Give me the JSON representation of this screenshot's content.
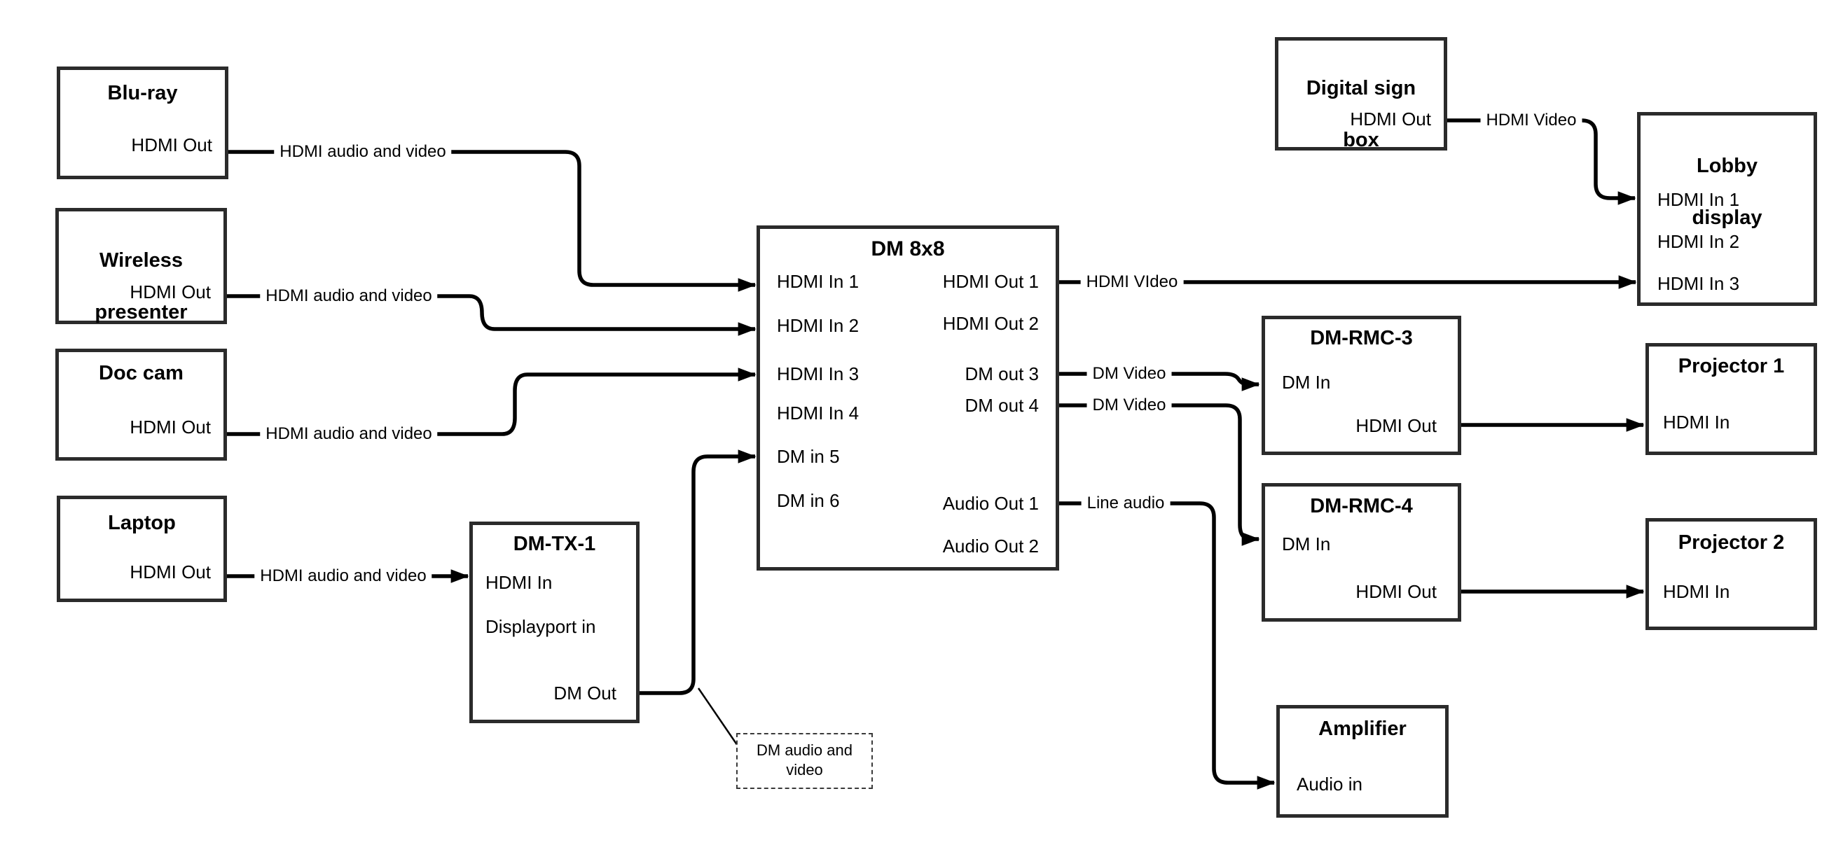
{
  "diagram": {
    "nodes": {
      "bluray": {
        "title": "Blu-ray",
        "ports": [
          {
            "label": "HDMI Out"
          }
        ]
      },
      "wireless": {
        "title_lines": [
          "Wireless",
          "presenter"
        ],
        "ports": [
          {
            "label": "HDMI Out"
          }
        ]
      },
      "doccam": {
        "title": "Doc cam",
        "ports": [
          {
            "label": "HDMI Out"
          }
        ]
      },
      "laptop": {
        "title": "Laptop",
        "ports": [
          {
            "label": "HDMI Out"
          }
        ]
      },
      "dmtx1": {
        "title": "DM-TX-1",
        "ports": [
          {
            "label": "HDMI In"
          },
          {
            "label": "Displayport in"
          },
          {
            "label": "DM Out"
          }
        ]
      },
      "dm8x8": {
        "title": "DM 8x8",
        "ports_left": [
          {
            "label": "HDMI In 1"
          },
          {
            "label": "HDMI In 2"
          },
          {
            "label": "HDMI In 3"
          },
          {
            "label": "HDMI In 4"
          },
          {
            "label": "DM in 5"
          },
          {
            "label": "DM in 6"
          }
        ],
        "ports_right": [
          {
            "label": "HDMI Out 1"
          },
          {
            "label": "HDMI Out 2"
          },
          {
            "label": "DM out 3"
          },
          {
            "label": "DM out 4"
          },
          {
            "label": "Audio Out 1"
          },
          {
            "label": "Audio Out 2"
          }
        ]
      },
      "digisign": {
        "title_lines": [
          "Digital sign",
          "box"
        ],
        "ports": [
          {
            "label": "HDMI Out"
          }
        ]
      },
      "lobby": {
        "title_lines": [
          "Lobby",
          "display"
        ],
        "ports": [
          {
            "label": "HDMI In 1"
          },
          {
            "label": "HDMI In 2"
          },
          {
            "label": "HDMI In 3"
          }
        ]
      },
      "dmrmc3": {
        "title": "DM-RMC-3",
        "ports": [
          {
            "label": "DM In"
          },
          {
            "label": "HDMI Out"
          }
        ]
      },
      "projector1": {
        "title": "Projector 1",
        "ports": [
          {
            "label": "HDMI In"
          }
        ]
      },
      "dmrmc4": {
        "title": "DM-RMC-4",
        "ports": [
          {
            "label": "DM In"
          },
          {
            "label": "HDMI Out"
          }
        ]
      },
      "projector2": {
        "title": "Projector 2",
        "ports": [
          {
            "label": "HDMI In"
          }
        ]
      },
      "amplifier": {
        "title": "Amplifier",
        "ports": [
          {
            "label": "Audio in"
          }
        ]
      }
    },
    "edges": {
      "bluray_to_dm8x8": {
        "from": "Blu-ray HDMI Out",
        "to": "DM 8x8 HDMI In 1",
        "label": "HDMI audio and video"
      },
      "wireless_to_dm8x8": {
        "from": "Wireless presenter HDMI Out",
        "to": "DM 8x8 HDMI In 2",
        "label": "HDMI audio and video"
      },
      "doccam_to_dm8x8": {
        "from": "Doc cam HDMI Out",
        "to": "DM 8x8 HDMI In 3",
        "label": "HDMI audio and video"
      },
      "laptop_to_dmtx1": {
        "from": "Laptop HDMI Out",
        "to": "DM-TX-1 HDMI In",
        "label": "HDMI audio and video"
      },
      "dmtx1_to_dm8x8": {
        "from": "DM-TX-1 DM Out",
        "to": "DM 8x8 DM in 5",
        "label": ""
      },
      "dm8x8_to_lobby": {
        "from": "DM 8x8 HDMI Out 1",
        "to": "Lobby display HDMI In 3",
        "label": "HDMI VIdeo"
      },
      "dm8x8_to_dmrmc3": {
        "from": "DM 8x8 DM out 3",
        "to": "DM-RMC-3 DM In",
        "label": "DM Video"
      },
      "dm8x8_to_dmrmc4": {
        "from": "DM 8x8 DM out 4",
        "to": "DM-RMC-4 DM In",
        "label": "DM Video"
      },
      "dm8x8_to_amplifier": {
        "from": "DM 8x8 Audio Out 1",
        "to": "Amplifier Audio in",
        "label": "Line audio"
      },
      "digisign_to_lobby": {
        "from": "Digital sign box HDMI Out",
        "to": "Lobby display HDMI In 1",
        "label": "HDMI Video"
      },
      "dmrmc3_to_projector1": {
        "from": "DM-RMC-3 HDMI Out",
        "to": "Projector 1 HDMI In",
        "label": ""
      },
      "dmrmc4_to_projector2": {
        "from": "DM-RMC-4 HDMI Out",
        "to": "Projector 2 HDMI In",
        "label": ""
      }
    },
    "callout": {
      "text": "DM audio and video"
    },
    "colors": {
      "wire": "#000000",
      "box_border": "#2b2b2b",
      "text": "#000000",
      "background": "#ffffff"
    }
  }
}
